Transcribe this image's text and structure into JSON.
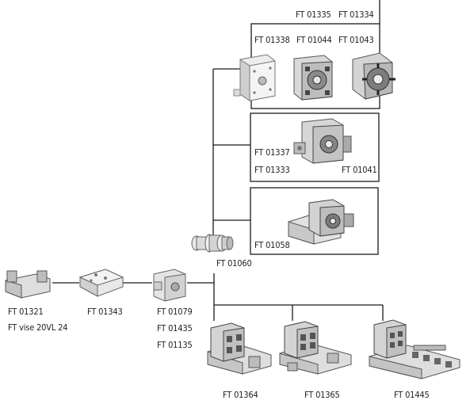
{
  "labels": {
    "ft01335": "FT 01335",
    "ft01334": "FT 01334",
    "ft01338": "FT 01338",
    "ft01044": "FT 01044",
    "ft01043": "FT 01043",
    "ft01337": "FT 01337",
    "ft01333": "FT 01333",
    "ft01041": "FT 01041",
    "ft01058": "FT 01058",
    "ft01060": "FT 01060",
    "ft01321": "FT 01321",
    "ft_vise": "FT vise 20VL 24",
    "ft01343": "FT 01343",
    "ft01079": "FT 01079",
    "ft01435": "FT 01435",
    "ft01135": "FT 01135",
    "ft01364": "FT 01364",
    "ft01365": "FT 01365",
    "ft01445": "FT 01445"
  },
  "colors": {
    "line": "#1a1a1a",
    "part_light": "#e9e9e9",
    "part_mid": "#b9b9b9",
    "part_dark": "#555555"
  }
}
